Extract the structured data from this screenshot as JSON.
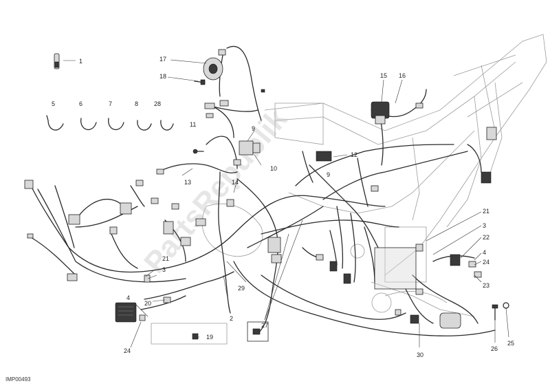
{
  "drawing_code": "IMP00493",
  "watermark": "PartsRepublik",
  "callouts": {
    "c1": "1",
    "c2": "2",
    "c3a": "3",
    "c3b": "3",
    "c4a": "4",
    "c4b": "4",
    "c5": "5",
    "c6": "6",
    "c7": "7",
    "c8": "8",
    "c9a": "9",
    "c9b": "9",
    "c10": "10",
    "c11": "11",
    "c12": "12",
    "c13": "13",
    "c14": "14",
    "c15": "15",
    "c16": "16",
    "c17": "17",
    "c18": "18",
    "c19": "19",
    "c20": "20",
    "c21a": "21",
    "c21b": "21",
    "c22": "22",
    "c23": "23",
    "c24a": "24",
    "c24b": "24",
    "c25": "25",
    "c26": "26",
    "c27": "27",
    "c28": "28",
    "c29": "29",
    "c30": "30"
  }
}
